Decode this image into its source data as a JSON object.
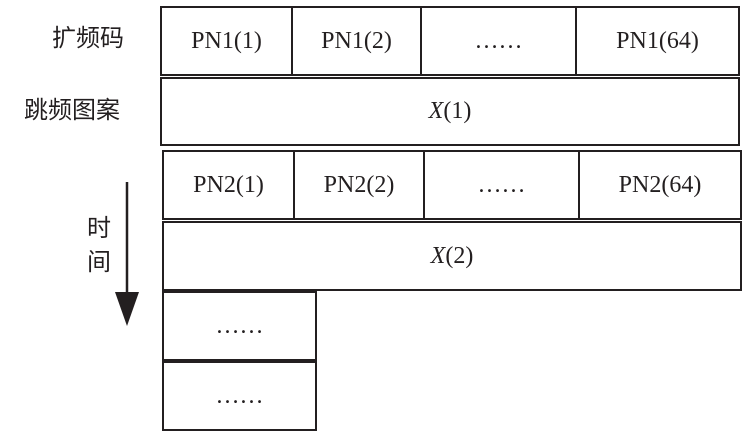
{
  "labels": {
    "spreading_code": "扩频码",
    "hopping_pattern": "跳频图案",
    "time_char1": "时",
    "time_char2": "间"
  },
  "row1": {
    "cells": [
      "PN1(1)",
      "PN1(2)",
      "……",
      "PN1(64)"
    ],
    "hop": {
      "var": "X",
      "arg": "(1)"
    }
  },
  "row2": {
    "cells": [
      "PN2(1)",
      "PN2(2)",
      "……",
      "PN2(64)"
    ],
    "hop": {
      "var": "X",
      "arg": "(2)"
    }
  },
  "continuation": [
    "……",
    "……"
  ]
}
